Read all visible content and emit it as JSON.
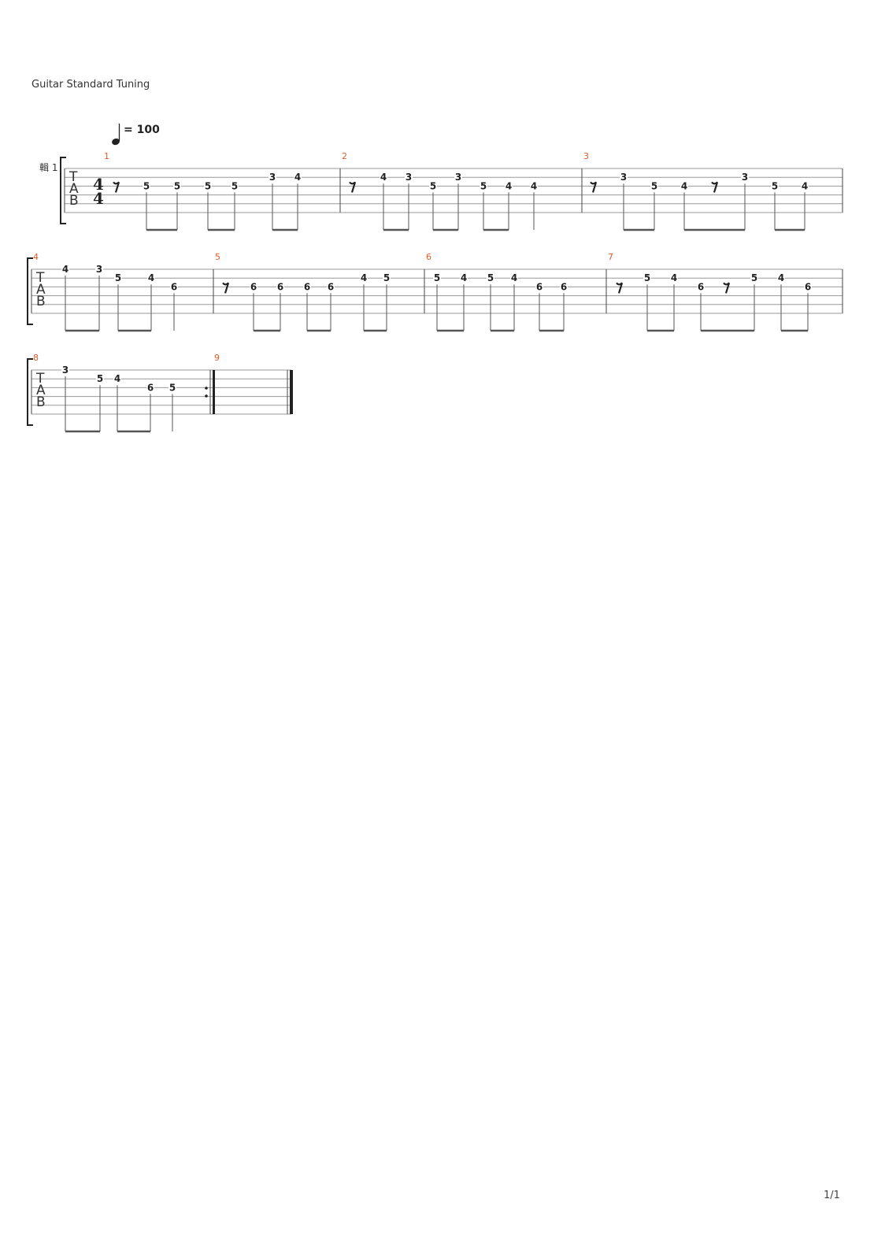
{
  "header": {
    "tuning": "Guitar Standard Tuning"
  },
  "tempo": {
    "value": "= 100"
  },
  "track": {
    "label": "輯 1"
  },
  "tab_label": [
    "T",
    "A",
    "B"
  ],
  "time_signature": {
    "numerator": "4",
    "denominator": "4"
  },
  "colors": {
    "measure_number": "#e05a2a",
    "staff_line": "#999999",
    "stem": "#555555"
  },
  "footer": {
    "page": "1/1"
  },
  "systems": [
    {
      "measures": [
        {
          "number": "1",
          "notes": [
            {
              "rest": true
            },
            {
              "string": 3,
              "fret": "5"
            },
            {
              "string": 3,
              "fret": "5"
            },
            {
              "string": 3,
              "fret": "5"
            },
            {
              "string": 3,
              "fret": "5"
            },
            {
              "string": 2,
              "fret": "3"
            },
            {
              "string": 2,
              "fret": "4"
            }
          ]
        },
        {
          "number": "2",
          "notes": [
            {
              "rest": true
            },
            {
              "string": 2,
              "fret": "4"
            },
            {
              "string": 2,
              "fret": "3"
            },
            {
              "string": 3,
              "fret": "5"
            },
            {
              "string": 2,
              "fret": "3"
            },
            {
              "string": 3,
              "fret": "5"
            },
            {
              "string": 3,
              "fret": "4"
            },
            {
              "string": 3,
              "fret": "4"
            }
          ]
        },
        {
          "number": "3",
          "notes": [
            {
              "rest": true
            },
            {
              "string": 2,
              "fret": "3"
            },
            {
              "string": 3,
              "fret": "5"
            },
            {
              "string": 3,
              "fret": "4"
            },
            {
              "rest": true
            },
            {
              "string": 2,
              "fret": "3"
            },
            {
              "string": 3,
              "fret": "5"
            },
            {
              "string": 3,
              "fret": "4"
            }
          ]
        }
      ]
    },
    {
      "measures": [
        {
          "number": "4",
          "notes": [
            {
              "string": 1,
              "fret": "4"
            },
            {
              "string": 1,
              "fret": "3"
            },
            {
              "string": 2,
              "fret": "5"
            },
            {
              "string": 2,
              "fret": "4"
            },
            {
              "string": 3,
              "fret": "6"
            }
          ]
        },
        {
          "number": "5",
          "notes": [
            {
              "rest": true
            },
            {
              "string": 3,
              "fret": "6"
            },
            {
              "string": 3,
              "fret": "6"
            },
            {
              "string": 3,
              "fret": "6"
            },
            {
              "string": 3,
              "fret": "6"
            },
            {
              "string": 2,
              "fret": "4"
            },
            {
              "string": 2,
              "fret": "5"
            }
          ]
        },
        {
          "number": "6",
          "notes": [
            {
              "string": 2,
              "fret": "5"
            },
            {
              "string": 2,
              "fret": "4"
            },
            {
              "string": 2,
              "fret": "5"
            },
            {
              "string": 2,
              "fret": "4"
            },
            {
              "string": 3,
              "fret": "6"
            },
            {
              "string": 3,
              "fret": "6"
            }
          ]
        },
        {
          "number": "7",
          "notes": [
            {
              "rest": true
            },
            {
              "string": 2,
              "fret": "5"
            },
            {
              "string": 2,
              "fret": "4"
            },
            {
              "string": 3,
              "fret": "6"
            },
            {
              "rest": true
            },
            {
              "string": 2,
              "fret": "5"
            },
            {
              "string": 2,
              "fret": "4"
            },
            {
              "string": 3,
              "fret": "6"
            }
          ]
        }
      ]
    },
    {
      "measures": [
        {
          "number": "8",
          "notes": [
            {
              "string": 1,
              "fret": "3"
            },
            {
              "string": 2,
              "fret": "5"
            },
            {
              "string": 2,
              "fret": "4"
            },
            {
              "string": 3,
              "fret": "6"
            },
            {
              "string": 3,
              "fret": "5"
            }
          ]
        },
        {
          "number": "9",
          "notes": []
        }
      ]
    }
  ]
}
